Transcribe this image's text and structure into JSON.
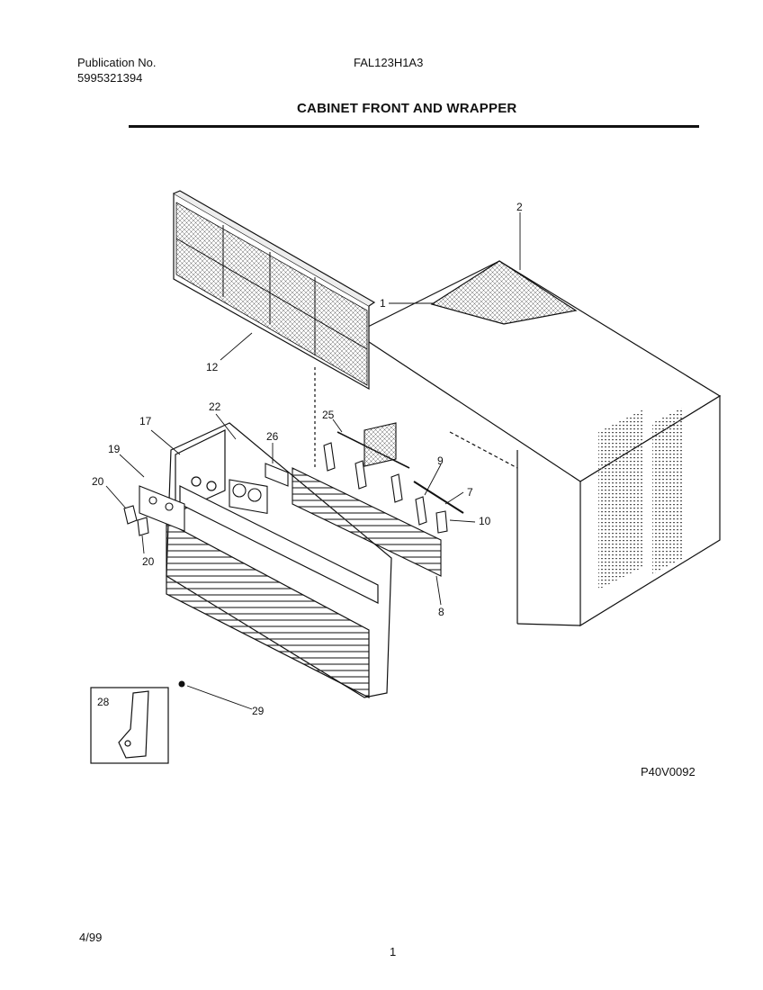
{
  "header": {
    "publication_label": "Publication No.",
    "publication_number": "5995321394",
    "model": "FAL123H1A3",
    "title": "CABINET FRONT AND WRAPPER"
  },
  "diagram": {
    "callouts": {
      "c1": "1",
      "c2": "2",
      "c7": "7",
      "c8": "8",
      "c9": "9",
      "c10": "10",
      "c12": "12",
      "c17": "17",
      "c19": "19",
      "c20a": "20",
      "c20b": "20",
      "c22": "22",
      "c25": "25",
      "c26": "26",
      "c28": "28",
      "c29": "29"
    },
    "figure_code": "P40V0092"
  },
  "footer": {
    "date": "4/99",
    "page": "1"
  }
}
